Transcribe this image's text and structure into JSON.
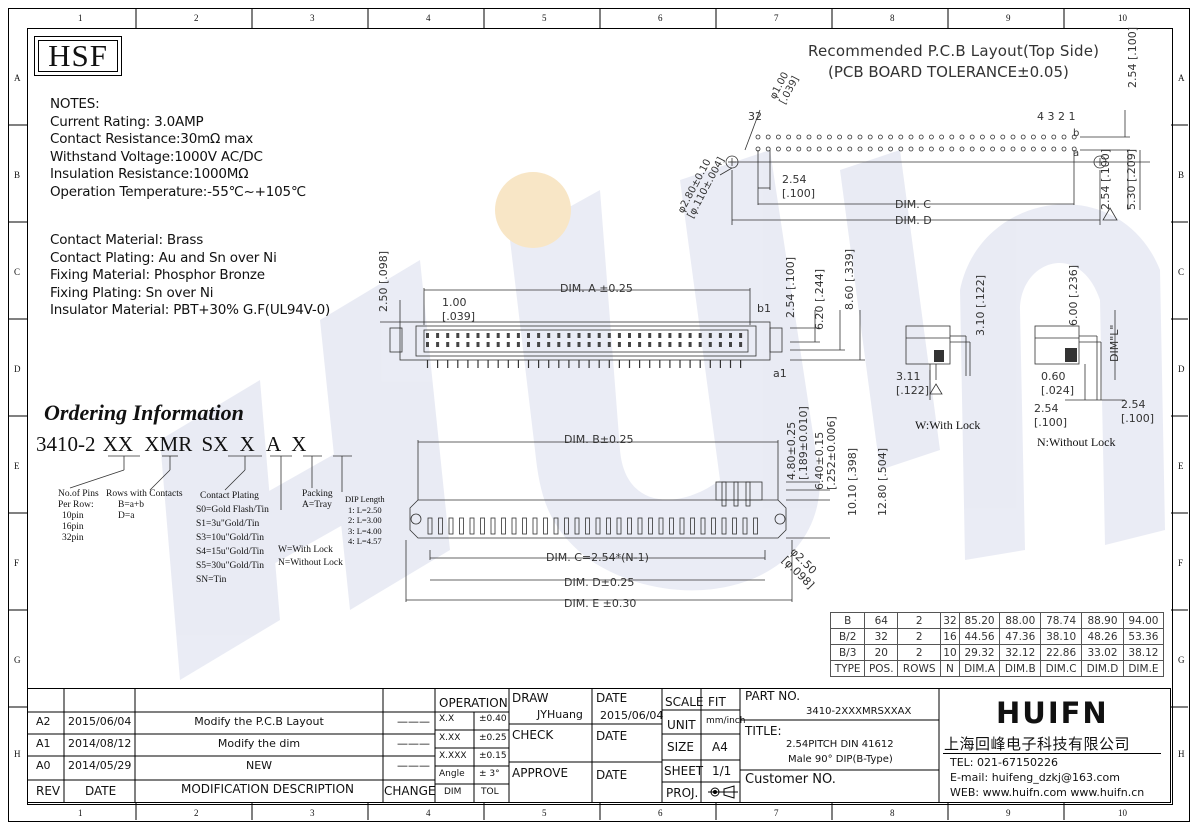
{
  "logo": "HSF",
  "notes": {
    "heading": "NOTES:",
    "lines": [
      "Current Rating: 3.0AMP",
      "Contact Resistance:30mΩ max",
      "Withstand Voltage:1000V AC/DC",
      "Insulation Resistance:1000MΩ",
      "Operation Temperature:-55℃~+105℃"
    ],
    "materials": [
      "Contact Material: Brass",
      "Contact Plating: Au and Sn over Ni",
      "Fixing Material: Phosphor Bronze",
      "Fixing Plating: Sn over Ni",
      "Insulator Material: PBT+30% G.F(UL94V-0)"
    ]
  },
  "pcb": {
    "title": "Recommended P.C.B Layout(Top Side)",
    "tolerance": "(PCB BOARD TOLERANCE±0.05)",
    "pin_label_32": "32",
    "pin_label_4321": "4 3 2 1",
    "dia_hole": "φ1.00",
    "dia_hole_in": "[.039]",
    "pitch": "2.54",
    "pitch_in": "[.100]",
    "top_pitch": "2.54",
    "top_pitch_in": "[.100]",
    "row_pitch": "2.54",
    "row_pitch_in": "[.100]",
    "row_span": "5.30",
    "row_span_in": "[.209]",
    "mount_hole": "φ2.80±0.10",
    "mount_hole_in": "[φ.110±.004]",
    "dim_c": "DIM. C",
    "dim_d": "DIM. D",
    "row_b": "b",
    "row_a": "a"
  },
  "front": {
    "dim_a": "DIM. A ±0.25",
    "d250": "2.50",
    "d250_in": "[.098]",
    "d100": "1.00",
    "d100_in": "[.039]",
    "d254": "2.54",
    "d254_in": "[.100]",
    "d620": "6.20",
    "d620_in": "[.244]",
    "d860": "8.60",
    "d860_in": "[.339]",
    "b1": "b1",
    "a1": "a1"
  },
  "side": {
    "d310": "3.10",
    "d310_in": "[.122]",
    "d311": "3.11",
    "d311_in": "[.122]",
    "d600": "6.00",
    "d600_in": "[.236]",
    "dim_l": "DIM\"L\"",
    "d060": "0.60",
    "d060_in": "[.024]",
    "d254a": "2.54",
    "d254a_in": "[.100]",
    "d254b": "2.54",
    "d254b_in": "[.100]",
    "with_lock": "W:With Lock",
    "without_lock": "N:Without Lock"
  },
  "bottom": {
    "dim_b": "DIM. B±0.25",
    "dim_c": "DIM. C=2.54*(N-1)",
    "dim_d": "DIM. D±0.25",
    "dim_e": "DIM. E ±0.30",
    "d480": "4.80±0.25",
    "d480_in": "[.189±0.010]",
    "d640": "6.40±0.15",
    "d640_in": "[.252±0.006]",
    "d1010": "10.10",
    "d1010_in": "[.398]",
    "d1280": "12.80",
    "d1280_in": "[.504]",
    "d250": "φ2.50",
    "d250_in": "[φ.098]"
  },
  "ordering": {
    "title": "Ordering Information",
    "code_parts": [
      "3410-2",
      "XX",
      "X",
      "MR",
      "SX",
      "X",
      "A",
      "X"
    ],
    "pins": [
      "No.of Pins",
      "Per Row:",
      "10pin",
      "16pin",
      "32pin"
    ],
    "rows": [
      "Rows with Contacts",
      "B=a+b",
      "D=a"
    ],
    "plating": [
      "Contact Plating",
      "S0=Gold Flash/Tin",
      "S1=3u\"Gold/Tin",
      "S3=10u\"Gold/Tin",
      "S4=15u\"Gold/Tin",
      "S5=30u\"Gold/Tin",
      "SN=Tin"
    ],
    "lock": [
      "W=With Lock",
      "N=Without Lock"
    ],
    "packing": [
      "Packing",
      "A=Tray"
    ],
    "dip": [
      "DIP Length",
      "1: L=2.50",
      "2: L=3.00",
      "3: L=4.00",
      "4: L=4.57"
    ]
  },
  "dim_table": {
    "rows": [
      [
        "B",
        "64",
        "2",
        "32",
        "85.20",
        "88.00",
        "78.74",
        "88.90",
        "94.00"
      ],
      [
        "B/2",
        "32",
        "2",
        "16",
        "44.56",
        "47.36",
        "38.10",
        "48.26",
        "53.36"
      ],
      [
        "B/3",
        "20",
        "2",
        "10",
        "29.32",
        "32.12",
        "22.86",
        "33.02",
        "38.12"
      ]
    ],
    "header": [
      "TYPE",
      "POS.",
      "ROWS",
      "N",
      "DIM.A",
      "DIM.B",
      "DIM.C",
      "DIM.D",
      "DIM.E"
    ]
  },
  "revisions": {
    "rows": [
      {
        "rev": "A2",
        "date": "2015/06/04",
        "desc": "Modify the P.C.B Layout",
        "change": "———"
      },
      {
        "rev": "A1",
        "date": "2014/08/12",
        "desc": "Modify the dim",
        "change": "———"
      },
      {
        "rev": "A0",
        "date": "2014/05/29",
        "desc": "NEW",
        "change": "———"
      }
    ],
    "header": {
      "rev": "REV",
      "date": "DATE",
      "desc": "MODIFICATION DESCRIPTION",
      "change": "CHANGE"
    }
  },
  "title_block": {
    "operation": "OPERATION",
    "tol_rows": [
      [
        "X.X",
        "±0.40"
      ],
      [
        "X.XX",
        "±0.25"
      ],
      [
        "X.XXX",
        "±0.15"
      ],
      [
        "Angle",
        "± 3°"
      ]
    ],
    "dim_label": "DIM",
    "tol_label": "TOL",
    "draw": "DRAW",
    "drawer": "JYHuang",
    "check": "CHECK",
    "approve": "APPROVE",
    "date": "DATE",
    "draw_date": "2015/06/04",
    "scale": "SCALE",
    "fit": "FIT",
    "unit": "UNIT",
    "unit_val": "mm/inch",
    "size": "SIZE",
    "size_val": "A4",
    "sheet": "SHEET",
    "sheet_val": "1/1",
    "proj": "PROJ.",
    "part_no_label": "PART NO.",
    "part_no": "3410-2XXXMRSXXAX",
    "title_label": "TITLE:",
    "title_1": "2.54PITCH DIN 41612",
    "title_2": "Male 90° DIP(B-Type)",
    "customer": "Customer NO.",
    "company_logo": "HUIFN",
    "company_cn": "上海回峰电子科技有限公司",
    "tel": "TEL: 021-67150226",
    "email": "E-mail: huifeng_dzkj@163.com",
    "web": "WEB: www.huifn.com   www.huifn.cn"
  },
  "border_cols": [
    "1",
    "2",
    "3",
    "4",
    "5",
    "6",
    "7",
    "8",
    "9",
    "10"
  ],
  "border_rows": [
    "A",
    "B",
    "C",
    "D",
    "E",
    "F",
    "G",
    "H"
  ]
}
